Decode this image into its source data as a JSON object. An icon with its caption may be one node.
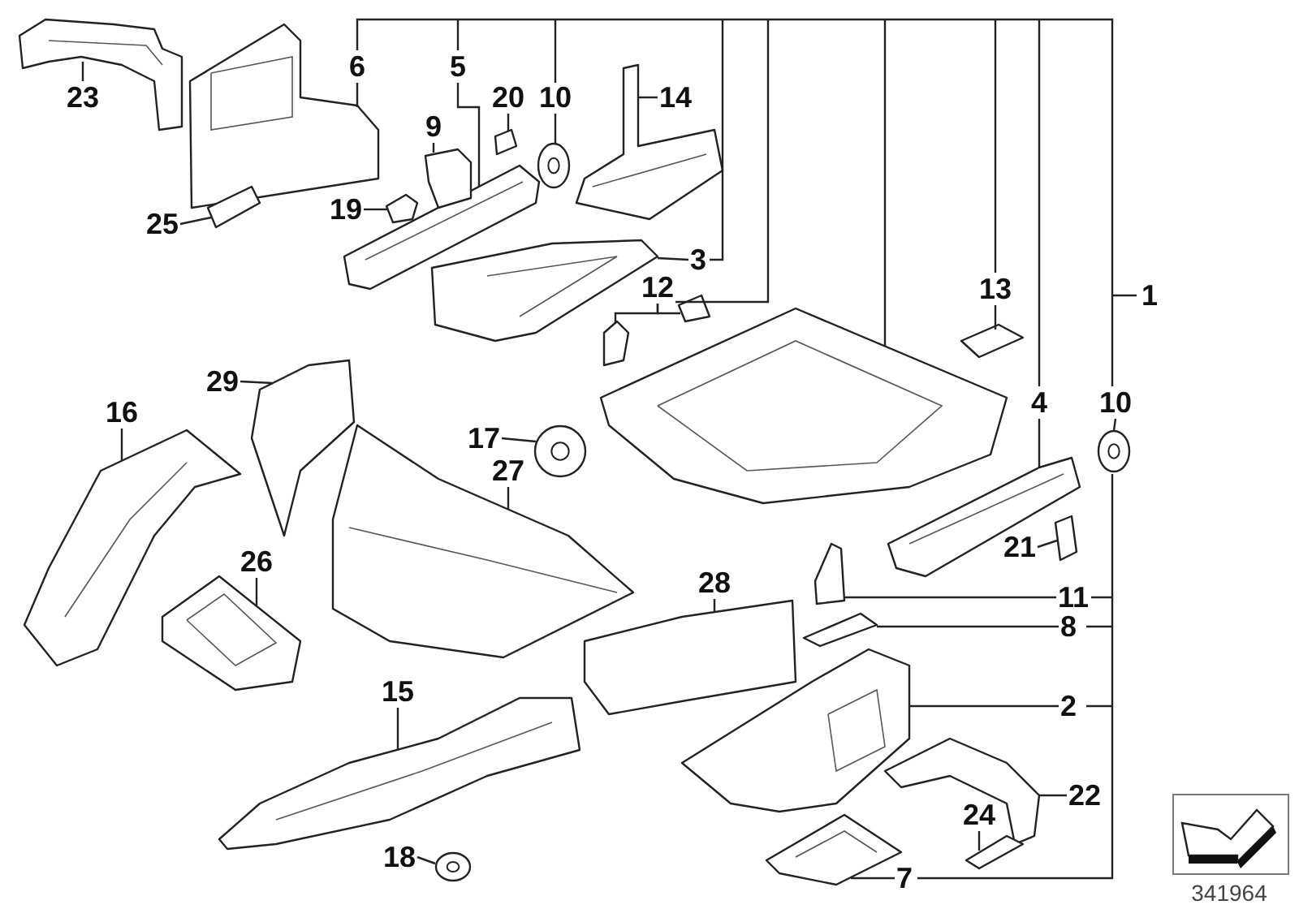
{
  "diagram": {
    "nodes": [
      {
        "text": [
          "23"
        ]
      },
      {
        "text": [],
        "shape": "picture"
      },
      {
        "text": [
          "6"
        ]
      },
      {
        "text": [],
        "shape": "picture"
      },
      {
        "text": [
          "5"
        ]
      },
      {
        "text": [],
        "shape": "picture"
      },
      {
        "text": [
          "9"
        ]
      },
      {
        "text": [],
        "shape": "picture"
      },
      {
        "text": [
          "20"
        ]
      },
      {
        "text": [],
        "shape": "picture"
      },
      {
        "text": [
          "10"
        ]
      },
      {
        "text": [],
        "shape": "picture"
      },
      {
        "text": [
          "14"
        ]
      },
      {
        "text": [],
        "shape": "picture"
      },
      {
        "text": [
          "25"
        ]
      },
      {
        "text": [],
        "shape": "picture"
      },
      {
        "text": [
          "19"
        ]
      },
      {
        "text": [],
        "shape": "picture"
      },
      {
        "text": [
          "3"
        ]
      },
      {
        "text": [],
        "shape": "picture"
      },
      {
        "text": [
          "12"
        ]
      },
      {
        "text": [],
        "shape": "picture"
      },
      {
        "text": [],
        "shape": "picture"
      },
      {
        "text": [],
        "shape": "picture"
      },
      {
        "text": [
          "13"
        ]
      },
      {
        "text": [],
        "shape": "picture"
      },
      {
        "text": [
          "1"
        ]
      },
      {
        "text": [
          "4"
        ]
      },
      {
        "text": [],
        "shape": "picture"
      },
      {
        "text": [
          "10"
        ]
      },
      {
        "text": [],
        "shape": "picture"
      },
      {
        "text": [
          "29"
        ]
      },
      {
        "text": [],
        "shape": "picture"
      },
      {
        "text": [
          "16"
        ]
      },
      {
        "text": [],
        "shape": "picture"
      },
      {
        "text": [
          "17"
        ]
      },
      {
        "text": [],
        "shape": "picture"
      },
      {
        "text": [
          "27"
        ]
      },
      {
        "text": [],
        "shape": "picture"
      },
      {
        "text": [
          "21"
        ]
      },
      {
        "text": [],
        "shape": "picture"
      },
      {
        "text": [
          "11"
        ]
      },
      {
        "text": [],
        "shape": "picture"
      },
      {
        "text": [
          "26"
        ]
      },
      {
        "text": [],
        "shape": "picture"
      },
      {
        "text": [
          "28"
        ]
      },
      {
        "text": [],
        "shape": "picture"
      },
      {
        "text": [
          "8"
        ]
      },
      {
        "text": [],
        "shape": "picture"
      },
      {
        "text": [
          "2"
        ]
      },
      {
        "text": [],
        "shape": "picture"
      },
      {
        "text": [
          "15"
        ]
      },
      {
        "text": [],
        "shape": "picture"
      },
      {
        "text": [
          "22"
        ]
      },
      {
        "text": [],
        "shape": "picture"
      },
      {
        "text": [
          "24"
        ]
      },
      {
        "text": [],
        "shape": "picture"
      },
      {
        "text": [
          "7"
        ]
      },
      {
        "text": [],
        "shape": "picture"
      },
      {
        "text": [
          "18"
        ]
      },
      {
        "text": [],
        "shape": "picture"
      }
    ],
    "edges": [
      {
        "from": 0,
        "to": 1,
        "arrow": "none"
      },
      {
        "from": 2,
        "to": 3,
        "arrow": "none"
      },
      {
        "from": 4,
        "to": 5,
        "arrow": "none"
      },
      {
        "from": 6,
        "to": 7,
        "arrow": "none"
      },
      {
        "from": 8,
        "to": 9,
        "arrow": "none"
      },
      {
        "from": 10,
        "to": 11,
        "arrow": "none"
      },
      {
        "from": 12,
        "to": 13,
        "arrow": "none"
      },
      {
        "from": 14,
        "to": 15,
        "arrow": "none"
      },
      {
        "from": 16,
        "to": 17,
        "arrow": "none"
      },
      {
        "from": 18,
        "to": 19,
        "arrow": "none"
      },
      {
        "from": 20,
        "to": 21,
        "arrow": "none"
      },
      {
        "from": 20,
        "to": 22,
        "arrow": "none"
      },
      {
        "from": 24,
        "to": 25,
        "arrow": "none"
      },
      {
        "from": 27,
        "to": 28,
        "arrow": "none"
      },
      {
        "from": 29,
        "to": 30,
        "arrow": "none"
      },
      {
        "from": 31,
        "to": 32,
        "arrow": "none"
      },
      {
        "from": 33,
        "to": 34,
        "arrow": "none"
      },
      {
        "from": 35,
        "to": 36,
        "arrow": "none"
      },
      {
        "from": 37,
        "to": 38,
        "arrow": "none"
      },
      {
        "from": 39,
        "to": 40,
        "arrow": "none"
      },
      {
        "from": 41,
        "to": 42,
        "arrow": "none"
      },
      {
        "from": 43,
        "to": 44,
        "arrow": "none"
      },
      {
        "from": 45,
        "to": 46,
        "arrow": "none"
      },
      {
        "from": 47,
        "to": 48,
        "arrow": "none"
      },
      {
        "from": 49,
        "to": 50,
        "arrow": "none"
      },
      {
        "from": 51,
        "to": 52,
        "arrow": "none"
      },
      {
        "from": 53,
        "to": 54,
        "arrow": "none"
      },
      {
        "from": 55,
        "to": 56,
        "arrow": "none"
      },
      {
        "from": 57,
        "to": 58,
        "arrow": "none"
      },
      {
        "from": 59,
        "to": 60,
        "arrow": "none"
      }
    ],
    "labels": [
      "341964"
    ]
  }
}
